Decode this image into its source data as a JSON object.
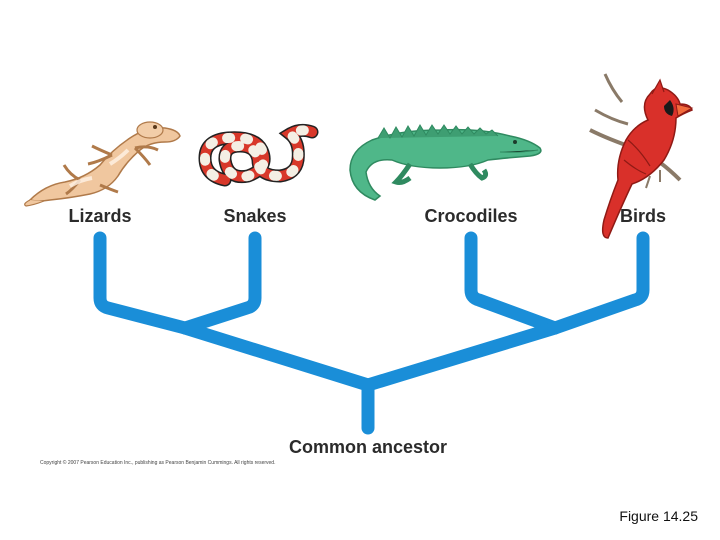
{
  "diagram": {
    "taxa": [
      {
        "label": "Lizards",
        "illustration": "gecko-illustration"
      },
      {
        "label": "Snakes",
        "illustration": "coral-snake-illustration"
      },
      {
        "label": "Crocodiles",
        "illustration": "crocodile-illustration"
      },
      {
        "label": "Birds",
        "illustration": "cardinal-illustration"
      }
    ],
    "root_label": "Common ancestor",
    "branch_color": "#1a8ed8",
    "copyright": "Copyright © 2007 Pearson Education Inc., publishing as Pearson Benjamin Cummings. All rights reserved."
  },
  "caption": "Figure 14.25"
}
